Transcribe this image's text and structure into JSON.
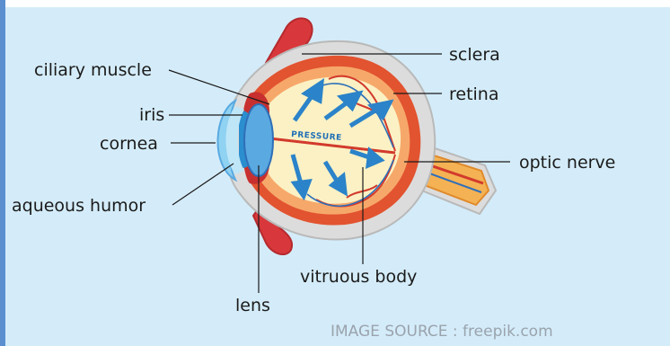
{
  "labels": {
    "ciliary_muscle": "ciliary muscle",
    "iris": "iris",
    "cornea": "cornea",
    "aqueous_humor": "aqueous humor",
    "sclera": "sclera",
    "retina": "retina",
    "optic_nerve": "optic nerve",
    "vitruous_body": "vitruous body",
    "lens": "lens",
    "pressure": "PRESSURE"
  },
  "image_source": "IMAGE SOURCE : freepik.com",
  "colors": {
    "background": "#d4ecf9",
    "left_border": "#5b8fd0",
    "sclera": "#dcdcdc",
    "choroid": "#e2532f",
    "vitreous": "#fbf1c4",
    "muscle": "#d8383b",
    "lens": "#5aa9e0",
    "arrows": "#2b83c9"
  },
  "icons": [
    "eye-anatomy-illustration"
  ]
}
